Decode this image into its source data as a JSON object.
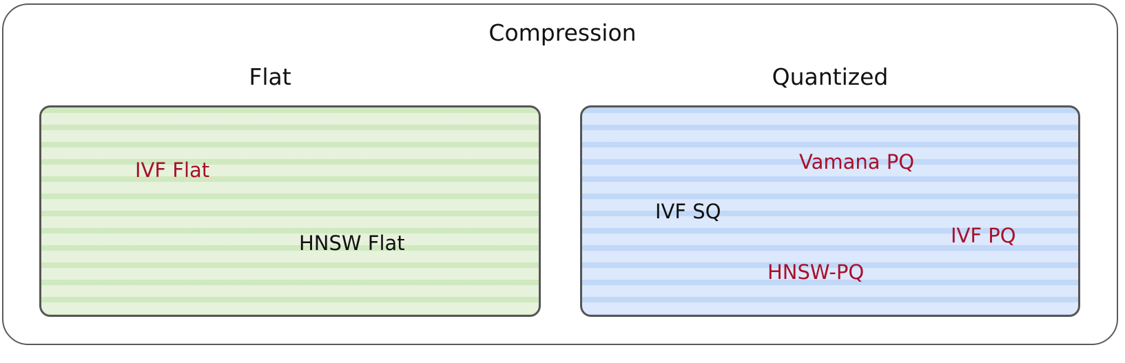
{
  "diagram": {
    "title": "Compression",
    "groups": [
      {
        "label": "Flat",
        "color": "#e6f2dc",
        "items": [
          {
            "label": "IVF Flat",
            "color": "#a8102a"
          },
          {
            "label": "HNSW Flat",
            "color": "#111111"
          }
        ]
      },
      {
        "label": "Quantized",
        "color": "#dce8fb",
        "items": [
          {
            "label": "Vamana PQ",
            "color": "#a8102a"
          },
          {
            "label": "IVF SQ",
            "color": "#111111"
          },
          {
            "label": "IVF PQ",
            "color": "#a8102a"
          },
          {
            "label": "HNSW-PQ",
            "color": "#a8102a"
          }
        ]
      }
    ]
  }
}
